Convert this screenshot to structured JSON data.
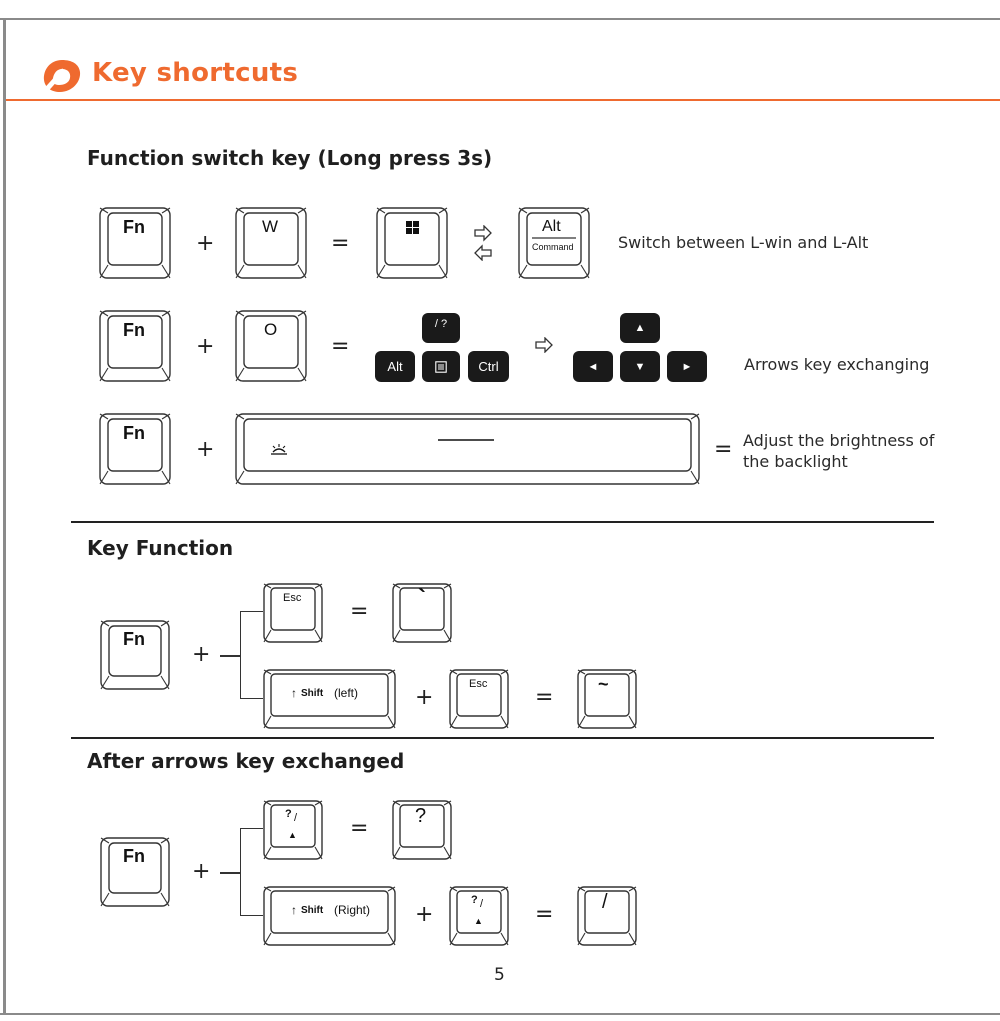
{
  "header": {
    "title": "Key shortcuts",
    "accent_color": "#ef6a2f"
  },
  "sections": {
    "function_switch": {
      "heading": "Function switch key (Long press 3s)",
      "row1": {
        "key1": "Fn",
        "plus": "+",
        "key2": "W",
        "equals": "=",
        "win_icon": "windows-icon",
        "swap_icon": "swap-arrows-icon",
        "alt_key_top": "Alt",
        "alt_key_bottom": "Command",
        "description": "Switch between L-win and L-Alt"
      },
      "row2": {
        "key1": "Fn",
        "plus": "+",
        "key2": "O",
        "equals": "=",
        "slash_key": "/ ?",
        "alt_key": "Alt",
        "menu_key_icon": "menu-icon",
        "ctrl_key": "Ctrl",
        "arrow_icon": "right-arrow-icon",
        "up": "▲",
        "left": "◄",
        "down": "▼",
        "right": "►",
        "description": "Arrows key exchanging"
      },
      "row3": {
        "key1": "Fn",
        "plus": "+",
        "backlight_icon": "backlight-icon",
        "equals": "=",
        "description_line1": "Adjust the brightness of",
        "description_line2": "the backlight"
      }
    },
    "key_function": {
      "heading": "Key Function",
      "fn_key": "Fn",
      "plus": "+",
      "row1": {
        "key": "Esc",
        "equals": "=",
        "result": "`"
      },
      "row2": {
        "shift_arrow": "↑",
        "shift_label": "Shift",
        "shift_side": "(left)",
        "plus": "+",
        "key": "Esc",
        "equals": "=",
        "result": "~"
      }
    },
    "after_exchange": {
      "heading": "After arrows key exchanged",
      "fn_key": "Fn",
      "plus": "+",
      "row1": {
        "key_top": "?",
        "key_slash": "/",
        "key_arrow": "▲",
        "equals": "=",
        "result": "?"
      },
      "row2": {
        "shift_arrow": "↑",
        "shift_label": "Shift",
        "shift_side": "(Right)",
        "plus": "+",
        "key_top": "?",
        "key_slash": "/",
        "key_arrow": "▲",
        "equals": "=",
        "result": "/"
      }
    }
  },
  "footer": {
    "page_number": "5"
  }
}
